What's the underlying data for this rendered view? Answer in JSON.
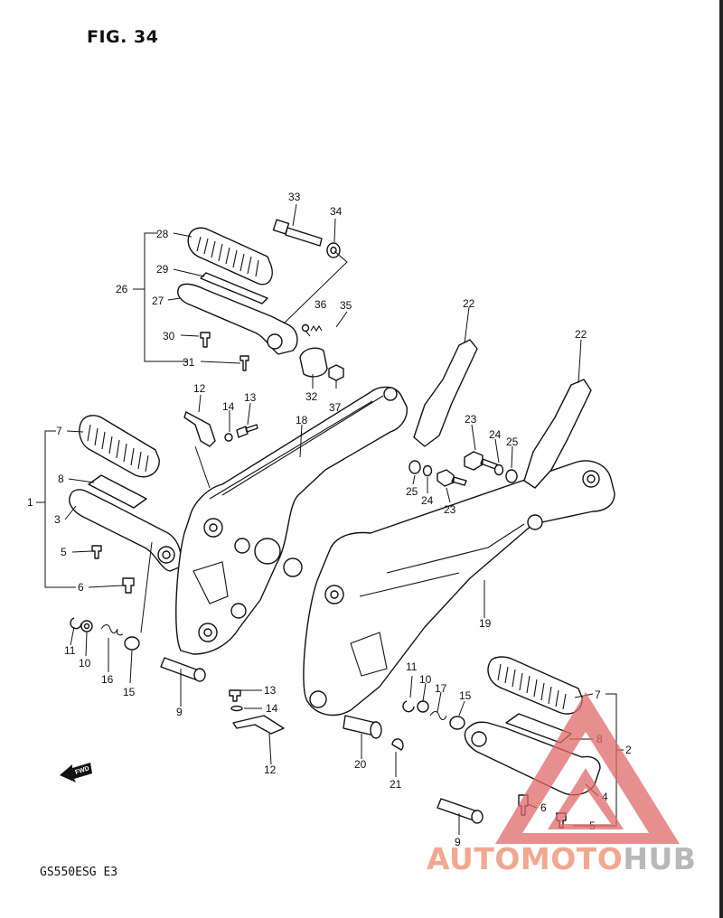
{
  "figure": {
    "title": "FIG. 34",
    "model": "GS550ESG  E3"
  },
  "fwd_label": "FWD",
  "watermark": {
    "part1": "AUTOMOTO",
    "part2": "HUB",
    "color1": "#f2a890",
    "color2": "#b8b8b8",
    "logo_color": "#e06a6a"
  },
  "callouts": {
    "c1": "1",
    "c2": "2",
    "c3": "3",
    "c4": "4",
    "c5a": "5",
    "c5b": "5",
    "c6a": "6",
    "c6b": "6",
    "c7a": "7",
    "c7b": "7",
    "c8a": "8",
    "c8b": "8",
    "c9a": "9",
    "c9b": "9",
    "c10a": "10",
    "c10b": "10",
    "c11a": "11",
    "c11b": "11",
    "c12a": "12",
    "c12b": "12",
    "c13a": "13",
    "c13b": "13",
    "c14a": "14",
    "c14b": "14",
    "c15a": "15",
    "c15b": "15",
    "c16": "16",
    "c17": "17",
    "c18": "18",
    "c19": "19",
    "c20": "20",
    "c21": "21",
    "c22a": "22",
    "c22b": "22",
    "c23a": "23",
    "c23b": "23",
    "c24a": "24",
    "c24b": "24",
    "c25a": "25",
    "c25b": "25",
    "c26": "26",
    "c27": "27",
    "c28": "28",
    "c29": "29",
    "c30": "30",
    "c31": "31",
    "c32": "32",
    "c33": "33",
    "c34": "34",
    "c35": "35",
    "c36": "36",
    "c37": "37"
  }
}
